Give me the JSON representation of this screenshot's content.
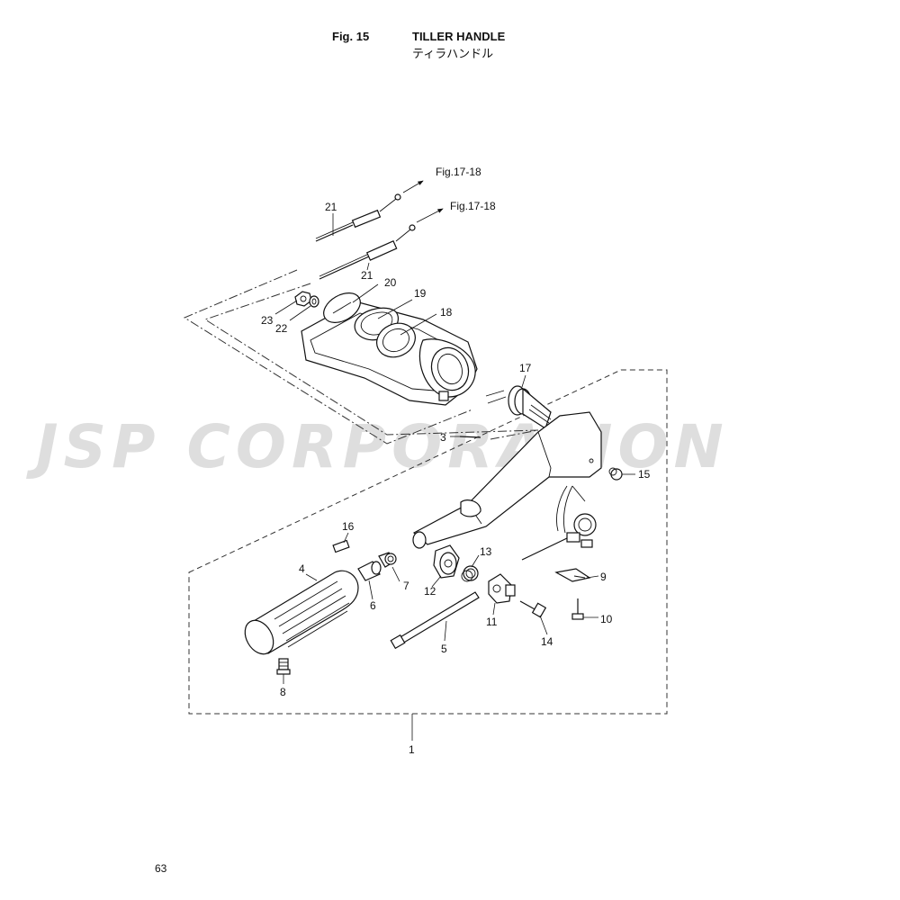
{
  "header": {
    "fig_number": "Fig. 15",
    "title_en": "TILLER HANDLE",
    "title_ja": "ティラハンドル"
  },
  "watermark": {
    "text": "JSP CORPORATION"
  },
  "references": [
    {
      "id": "ref-upper",
      "label": "Fig.17-18"
    },
    {
      "id": "ref-lower",
      "label": "Fig.17-18"
    }
  ],
  "callouts": [
    {
      "number": "1"
    },
    {
      "number": "3"
    },
    {
      "number": "4"
    },
    {
      "number": "5"
    },
    {
      "number": "6"
    },
    {
      "number": "7"
    },
    {
      "number": "8"
    },
    {
      "number": "9"
    },
    {
      "number": "10"
    },
    {
      "number": "11"
    },
    {
      "number": "12"
    },
    {
      "number": "13"
    },
    {
      "number": "14"
    },
    {
      "number": "15"
    },
    {
      "number": "16"
    },
    {
      "number": "17"
    },
    {
      "number": "18"
    },
    {
      "number": "19"
    },
    {
      "number": "20"
    },
    {
      "number": "21"
    },
    {
      "number": "21"
    },
    {
      "number": "22"
    },
    {
      "number": "23"
    }
  ],
  "footer": {
    "page_number": "63"
  }
}
